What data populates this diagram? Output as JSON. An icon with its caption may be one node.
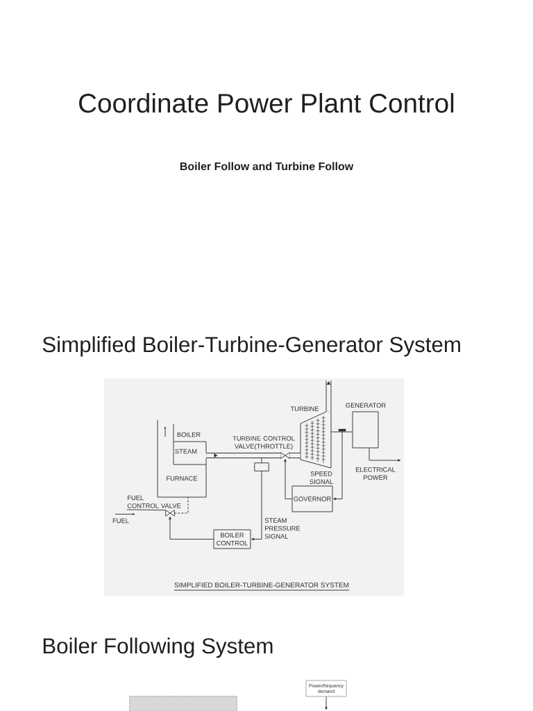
{
  "diagram": {
    "title": "Coordinate Power Plant Control",
    "nodes": [
      {
        "text": [
          "BOILER",
          "STEAM",
          "FURNACE"
        ]
      },
      {
        "text": [],
        "shape": "bowtie",
        "beside": [
          "TURBINE CONTROL VALVE(THROTTLE)"
        ]
      },
      {
        "text": [],
        "shape": "box"
      },
      {
        "text": [
          "TURBINE"
        ]
      },
      {
        "text": [],
        "shape": "bar"
      },
      {
        "text": [
          "GENERATOR"
        ]
      },
      {
        "text": [
          "GOVERNOR"
        ]
      },
      {
        "text": [
          "FUEL CONTROL VALVE"
        ]
      },
      {
        "text": [],
        "shape": "bowtie"
      },
      {
        "text": [
          "BOILER CONTROL"
        ]
      },
      {
        "text": [],
        "shape": "box"
      },
      {
        "text": [
          "Power/frequency demand"
        ]
      }
    ],
    "edges": [
      {
        "from": 0,
        "to": 1,
        "arrow": "to",
        "style": "thick"
      },
      {
        "from": 1,
        "to": 3,
        "arrow": "none",
        "style": "thick"
      },
      {
        "from": 3,
        "to": null,
        "arrow": "to",
        "style": "thick"
      },
      {
        "from": 2,
        "to": 9,
        "arrow": "to",
        "label": "STEAM PRESSURE SIGNAL"
      },
      {
        "from": 3,
        "to": 5,
        "arrow": "none"
      },
      {
        "from": 4,
        "to": 6,
        "arrow": "to",
        "label": "SPEED SIGNAL"
      },
      {
        "from": 6,
        "to": 1,
        "arrow": "to"
      },
      {
        "from": 5,
        "to": null,
        "arrow": "to",
        "label": "ELECTRICAL POWER"
      },
      {
        "from": 7,
        "to": 8,
        "arrow": "none"
      },
      {
        "from": 8,
        "to": 0,
        "arrow": "none",
        "style": "dashed"
      },
      {
        "from": 9,
        "to": 8,
        "arrow": "to"
      },
      {
        "from": 11,
        "to": null,
        "arrow": "to"
      }
    ],
    "labels": [
      "Boiler Follow and Turbine Follow",
      "Simplified Boiler-Turbine-Generator System",
      "FUEL",
      "SIMPLIFIED BOILER-TURBINE-GENERATOR SYSTEM",
      "Boiler Following System"
    ]
  }
}
